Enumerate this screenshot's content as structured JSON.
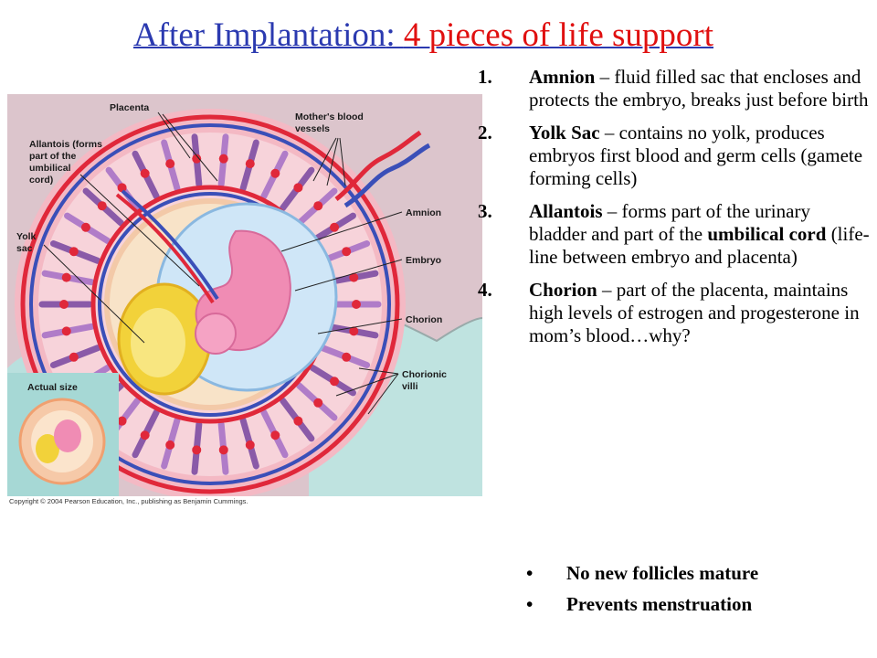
{
  "title": {
    "part1": "After Implantation",
    "part2": ": ",
    "part3": "4 pieces of life support"
  },
  "figure": {
    "labels": {
      "placenta": "Placenta",
      "allantois": [
        "Allantois (forms",
        "part of the",
        "umbilical",
        "cord)"
      ],
      "mothers_blood": [
        "Mother's blood",
        "vessels"
      ],
      "amnion": "Amnion",
      "embryo": "Embryo",
      "yolk_sac": [
        "Yolk",
        "sac"
      ],
      "chorion": "Chorion",
      "chorionic_villi": [
        "Chorionic",
        "villi"
      ],
      "actual_size": "Actual size"
    },
    "copyright": "Copyright © 2004 Pearson Education, Inc., publishing as Benjamin Cummings."
  },
  "list": [
    {
      "num": "1.",
      "term": "Amnion",
      "rest": " – fluid filled sac that encloses and protects the embryo, breaks just before birth"
    },
    {
      "num": "2.",
      "term": "Yolk Sac",
      "rest": " – contains no yolk, produces embryos first blood and germ cells (gamete forming cells)"
    },
    {
      "num": "3.",
      "term": "Allantois",
      "rest_a": " – forms part of the urinary bladder and part of the ",
      "bold2": "umbilical cord",
      "rest_b": " (life-line between embryo and placenta)"
    },
    {
      "num": "4.",
      "term": "Chorion",
      "rest": " – part of the placenta, maintains high levels of estrogen and progesterone in mom’s blood…why?"
    }
  ],
  "bullets": {
    "symbol": "•",
    "items": [
      "No new follicles mature",
      "Prevents menstruation"
    ]
  },
  "colors": {
    "title_blue": "#2b3ab0",
    "title_red": "#e01010",
    "uterus_pink": "#f4b9c4",
    "blood_red": "#e0283a",
    "blood_blue": "#3a4fb8",
    "villi_purple": "#8a5aa8",
    "yolk_yellow": "#f2d23a",
    "embryo_pink": "#f08cb4"
  }
}
